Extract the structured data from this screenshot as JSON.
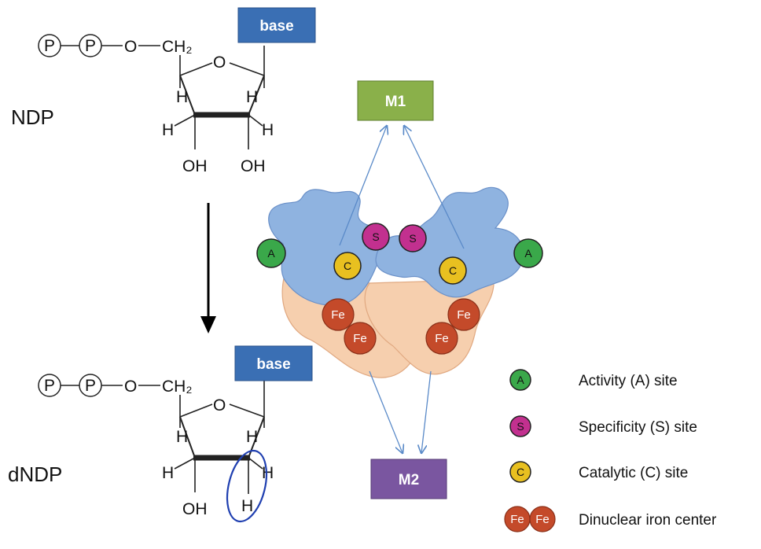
{
  "top": {
    "label": "NDP",
    "phosphates": [
      "P",
      "P"
    ],
    "linker_o": "O",
    "ch2": "CH₂",
    "ring_o": "O",
    "base": "base",
    "h": "H",
    "oh": "OH"
  },
  "bottom": {
    "label": "dNDP",
    "phosphates": [
      "P",
      "P"
    ],
    "linker_o": "O",
    "ch2": "CH₂",
    "ring_o": "O",
    "base": "base",
    "h": "H",
    "oh": "OH"
  },
  "complex": {
    "m1": "M1",
    "m2": "M2",
    "sites": {
      "a": "A",
      "s": "S",
      "c": "C",
      "fe": "Fe"
    }
  },
  "legend": {
    "items": [
      {
        "symbol": "A",
        "label": "Activity (A) site",
        "color": "#3aa84a"
      },
      {
        "symbol": "S",
        "label": "Specificity (S) site",
        "color": "#c2308f"
      },
      {
        "symbol": "C",
        "label": "Catalytic (C) site",
        "color": "#e8c020"
      },
      {
        "symbol": "Fe",
        "label": "Dinuclear iron center",
        "color": "#c44a2a"
      }
    ]
  },
  "colors": {
    "base_box": "#3a6fb4",
    "m1_box": "#8ab04a",
    "m2_box": "#7a56a0",
    "protein_blue": "#8fb3e0",
    "protein_peach": "#f6cfae",
    "arrow_blue": "#5a8ac8",
    "circle_highlight": "#1f3fb0"
  }
}
